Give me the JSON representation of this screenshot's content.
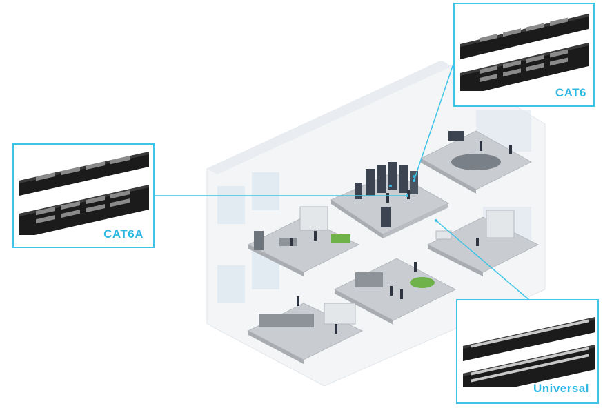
{
  "callouts": {
    "cat6": {
      "label": "CAT6"
    },
    "cat6a": {
      "label": "CAT6A"
    },
    "universal": {
      "label": "Universal"
    }
  },
  "colors": {
    "accent": "#3fc3e6",
    "label": "#2fb8e4",
    "panel": "#1b1b1b",
    "floor": "#c9ccd0",
    "wall": "#eef1f4",
    "glass": "#dfe8f0"
  },
  "icons": [
    "patch-panel-icon",
    "server-rack-icon",
    "office-building-icon"
  ]
}
